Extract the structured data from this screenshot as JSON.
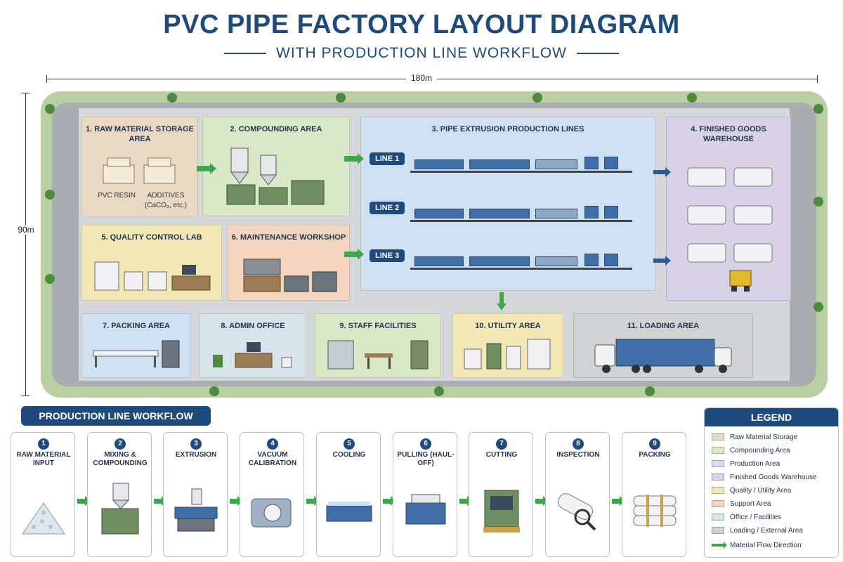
{
  "header": {
    "title": "PVC PIPE FACTORY LAYOUT DIAGRAM",
    "subtitle": "WITH PRODUCTION LINE WORKFLOW"
  },
  "dimensions": {
    "width_label": "180m",
    "height_label": "90m"
  },
  "zones": {
    "raw_material": {
      "label": "1. RAW MATERIAL STORAGE AREA",
      "pvc_resin": "PVC RESIN",
      "additives": "ADDITIVES",
      "additives_note": "(CaCO₃, etc.)"
    },
    "compounding": {
      "label": "2. COMPOUNDING AREA"
    },
    "extrusion": {
      "label": "3. PIPE EXTRUSION PRODUCTION LINES",
      "lines": [
        "LINE 1",
        "LINE 2",
        "LINE 3"
      ]
    },
    "finished_goods": {
      "label": "4. FINISHED GOODS WAREHOUSE"
    },
    "quality_control": {
      "label": "5. QUALITY CONTROL LAB"
    },
    "maintenance": {
      "label": "6. MAINTENANCE WORKSHOP"
    },
    "packing": {
      "label": "7. PACKING AREA"
    },
    "admin": {
      "label": "8. ADMIN OFFICE"
    },
    "staff": {
      "label": "9. STAFF FACILITIES"
    },
    "utility": {
      "label": "10. UTILITY AREA"
    },
    "loading": {
      "label": "11. LOADING AREA"
    }
  },
  "workflow": {
    "header": "PRODUCTION LINE WORKFLOW",
    "steps": [
      {
        "num": "1",
        "label": "RAW MATERIAL INPUT"
      },
      {
        "num": "2",
        "label": "MIXING & COMPOUNDING"
      },
      {
        "num": "3",
        "label": "EXTRUSION"
      },
      {
        "num": "4",
        "label": "VACUUM CALIBRATION"
      },
      {
        "num": "5",
        "label": "COOLING"
      },
      {
        "num": "6",
        "label": "PULLING (HAUL-OFF)"
      },
      {
        "num": "7",
        "label": "CUTTING"
      },
      {
        "num": "8",
        "label": "INSPECTION"
      },
      {
        "num": "9",
        "label": "PACKING"
      }
    ]
  },
  "legend": {
    "title": "LEGEND",
    "items": [
      {
        "label": "Raw Material Storage",
        "color": "#ead9c2"
      },
      {
        "label": "Compounding Area",
        "color": "#d9e8c6"
      },
      {
        "label": "Production Area",
        "color": "#cfe0f0"
      },
      {
        "label": "Finished Goods Warehouse",
        "color": "#d7d2e6"
      },
      {
        "label": "Quality / Utility Area",
        "color": "#f3e8b5"
      },
      {
        "label": "Support Area",
        "color": "#f3d5bf"
      },
      {
        "label": "Office / Facilities",
        "color": "#d7e4ea"
      },
      {
        "label": "Loading / External Area",
        "color": "#d0d2d4"
      }
    ],
    "flow_label": "Material Flow Direction",
    "flow_color": "#3fa64a"
  },
  "colors": {
    "brand": "#1e4a7e",
    "flow_arrow": "#3fa64a",
    "machine": "#3f6ea8"
  }
}
